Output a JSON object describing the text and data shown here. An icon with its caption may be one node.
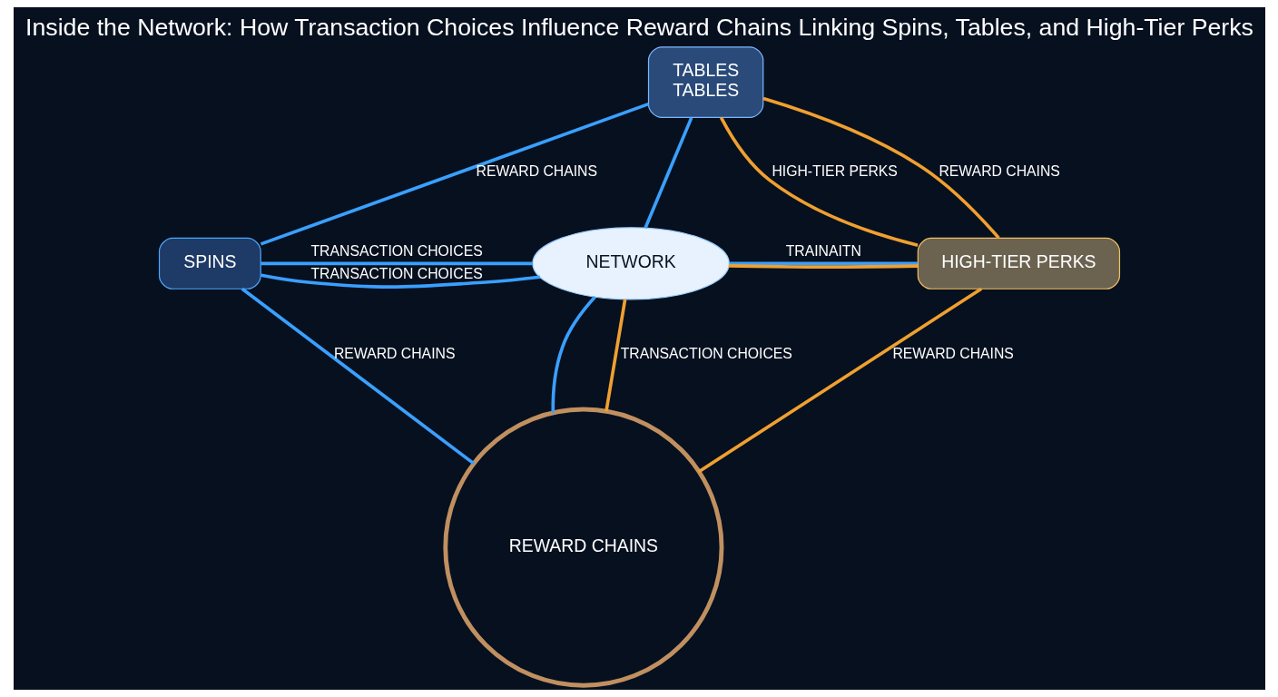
{
  "diagram": {
    "title": "Inside the Network: How Transaction Choices Influence Reward Chains Linking Spins, Tables, and High-Tier Perks",
    "nodes": [
      {
        "text": [
          "TABLES",
          "TABLES"
        ]
      },
      {
        "text": [
          "SPINS"
        ]
      },
      {
        "text": [
          "NETWORK"
        ]
      },
      {
        "text": [
          "HIGH-TIER PERKS"
        ]
      },
      {
        "text": [
          "REWARD CHAINS"
        ]
      }
    ],
    "edges": [
      {
        "from": 1,
        "to": 2,
        "arrow": "none",
        "label": "TRANSACTION CHOICES"
      },
      {
        "from": 1,
        "to": 2,
        "arrow": "none",
        "label": "TRANSACTION CHOICES"
      },
      {
        "from": 0,
        "to": 2,
        "arrow": "none"
      },
      {
        "from": 2,
        "to": 3,
        "arrow": "none",
        "label": "TRAINAITN"
      },
      {
        "from": 0,
        "to": 3,
        "arrow": "none",
        "label": "HIGH-TIER PERKS",
        "color": "#f0a030"
      },
      {
        "from": 2,
        "to": 3,
        "arrow": "none",
        "color": "#f0a030"
      },
      {
        "from": 2,
        "to": 4,
        "arrow": "none"
      },
      {
        "from": 2,
        "to": 4,
        "arrow": "none",
        "label": "TRANSACTION CHOICES",
        "color": "#f0a030"
      },
      {
        "from": 1,
        "to": 0,
        "arrow": "none",
        "label": "REWARD CHAINS"
      },
      {
        "from": 0,
        "to": 3,
        "arrow": "none",
        "label": "REWARD CHAINS",
        "color": "#f0a030"
      },
      {
        "from": 1,
        "to": 4,
        "arrow": "none",
        "label": "REWARD CHAINS"
      },
      {
        "from": 3,
        "to": 4,
        "arrow": "none",
        "label": "REWARD CHAINS",
        "color": "#f0a030"
      }
    ]
  }
}
